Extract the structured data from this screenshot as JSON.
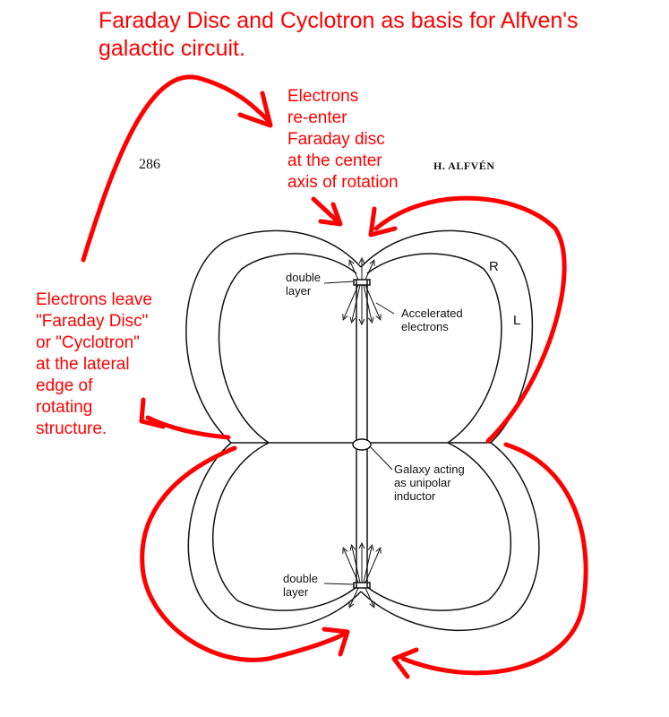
{
  "title": {
    "line1": "Faraday Disc and Cyclotron as basis for Alfven's",
    "line2": "galactic circuit."
  },
  "annotations": {
    "reenter": [
      "Electrons",
      "re-enter",
      "Faraday disc",
      "at the center",
      "axis of rotation"
    ],
    "leave": [
      "Electrons leave",
      "\"Faraday Disc\"",
      "or \"Cyclotron\"",
      "at the lateral",
      "edge of",
      "rotating",
      "structure."
    ]
  },
  "page_header": {
    "page_number": "286",
    "author": "H. ALFVÉN"
  },
  "diagram_labels": {
    "double_layer_top": [
      "double",
      "layer"
    ],
    "accelerated": [
      "Accelerated",
      "electrons"
    ],
    "R": "R",
    "L": "L",
    "galaxy": [
      "Galaxy acting",
      "as unipolar",
      "inductor"
    ],
    "double_layer_bottom": [
      "double",
      "layer"
    ]
  },
  "colors": {
    "annotation": "#ff0000",
    "diagram_ink": "#111111"
  }
}
